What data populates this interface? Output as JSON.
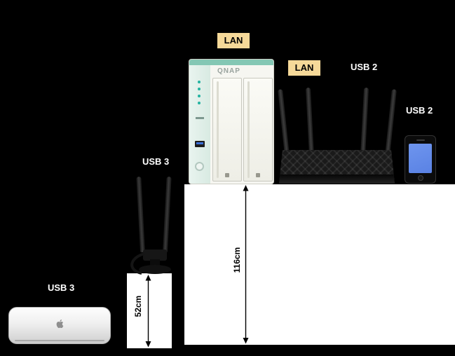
{
  "diagram": {
    "background": "#000000",
    "labels": {
      "nas_lan": "LAN",
      "router_lan": "LAN",
      "router_usb": "USB 2",
      "phone_usb": "USB 2",
      "adapter_usb": "USB 3",
      "mac_usb": "USB 3"
    },
    "measurements": {
      "shelf_height": "116cm",
      "stand_height": "52cm"
    },
    "devices": {
      "nas": {
        "brand": "QNAP"
      }
    },
    "colors": {
      "label_bg": "#F6D999",
      "panel_white": "#FFFFFF",
      "nas_teal": "#84C7B4",
      "phone_screen": "#6E95EE"
    }
  }
}
